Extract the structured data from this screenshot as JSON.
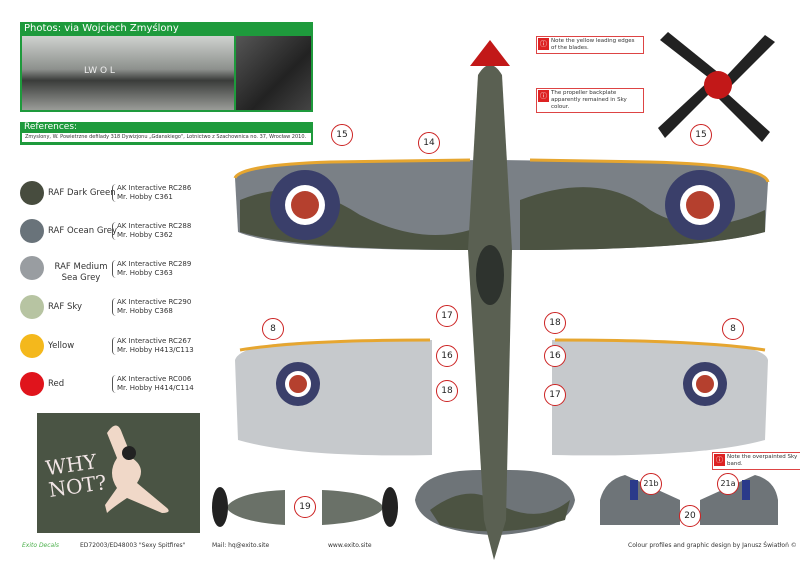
{
  "photos": {
    "title": "Photos: via Wojciech Zmyślony",
    "fuselage_code": "LW O L"
  },
  "references": {
    "title": "References:",
    "text": "Zmyslony, W. Powietrzne defilady 318 Dywizjonu „Gdanskiego\", Lotnictwo z Szachownica no. 37, Wrocław 2010."
  },
  "colours": [
    {
      "name": "RAF Dark Green",
      "codes": [
        "AK Interactive RC286",
        "Mr. Hobby C361"
      ],
      "hex": "#474c3e"
    },
    {
      "name": "RAF Ocean Grey",
      "codes": [
        "AK Interactive RC288",
        "Mr. Hobby C362"
      ],
      "hex": "#69737a"
    },
    {
      "name": "RAF Medium Sea Grey",
      "codes": [
        "AK Interactive RC289",
        "Mr. Hobby C363"
      ],
      "hex": "#999da1"
    },
    {
      "name": "RAF Sky",
      "codes": [
        "AK Interactive RC290",
        "Mr. Hobby C368"
      ],
      "hex": "#b7c4a2"
    },
    {
      "name": "Yellow",
      "codes": [
        "AK Interactive RC267",
        "Mr. Hobby H413/C113"
      ],
      "hex": "#f4b81c"
    },
    {
      "name": "Red",
      "codes": [
        "AK Interactive RC006",
        "Mr. Hobby H414/C114"
      ],
      "hex": "#e0141c"
    }
  ],
  "nose_art": {
    "text": "WHY NOT?"
  },
  "notes": [
    "Note the yellow leading edges of the blades.",
    "The propeller backplate apparently remained in Sky colour.",
    "Note the overpainted Sky band."
  ],
  "callouts": [
    "15",
    "15",
    "14",
    "8",
    "8",
    "17",
    "18",
    "16",
    "16",
    "18",
    "17",
    "19",
    "21b",
    "21a",
    "20"
  ],
  "footer": {
    "logo": "Exito Decals",
    "product": "ED72003/ED48003  \"Sexy Spitfires\"",
    "mail": "Mail: hq@exito.site",
    "web": "www.exito.site",
    "credit": "Colour profiles and graphic design by Janusz Światłoń ©"
  }
}
